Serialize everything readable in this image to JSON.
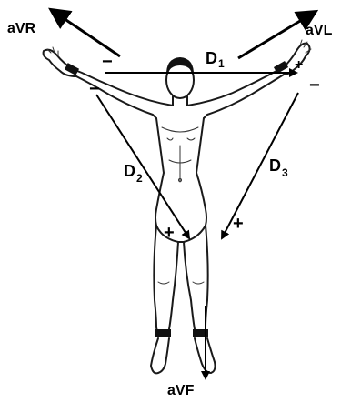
{
  "labels": {
    "avr": "aVR",
    "avl": "aVL",
    "avf": "aVF",
    "d1_main": "D",
    "d1_sub": "1",
    "d2_main": "D",
    "d2_sub": "2",
    "d3_main": "D",
    "d3_sub": "3"
  },
  "polarity": {
    "d1_left": "−",
    "d1_right": "+",
    "d2_top": "−",
    "d2_bottom": "+",
    "d3_top": "−",
    "d3_bottom": "+"
  },
  "colors": {
    "ink": "#000000",
    "hair": "#111111",
    "band": "#111111"
  }
}
